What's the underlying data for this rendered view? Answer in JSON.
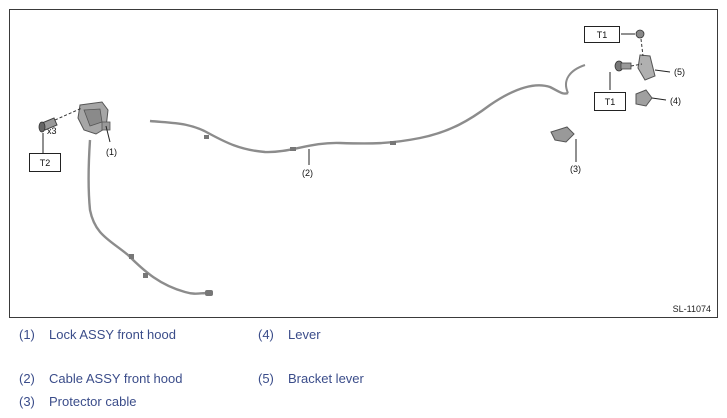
{
  "figure": {
    "id": "SL-11074",
    "torque_labels": {
      "t1_top": "T1",
      "t1_bottom": "T1",
      "t2": "T2"
    },
    "quantity": "x3",
    "callouts": {
      "c1": "(1)",
      "c2": "(2)",
      "c3": "(3)",
      "c4": "(4)",
      "c5": "(5)"
    }
  },
  "legend": {
    "items": [
      {
        "num": "(1)",
        "label": "Lock ASSY front hood"
      },
      {
        "num": "(2)",
        "label": "Cable ASSY front hood"
      },
      {
        "num": "(3)",
        "label": "Protector cable"
      },
      {
        "num": "(4)",
        "label": "Lever"
      },
      {
        "num": "(5)",
        "label": "Bracket lever"
      }
    ]
  },
  "colors": {
    "legend_text": "#3b4d8a",
    "part_gray": "#8c8c8c"
  }
}
